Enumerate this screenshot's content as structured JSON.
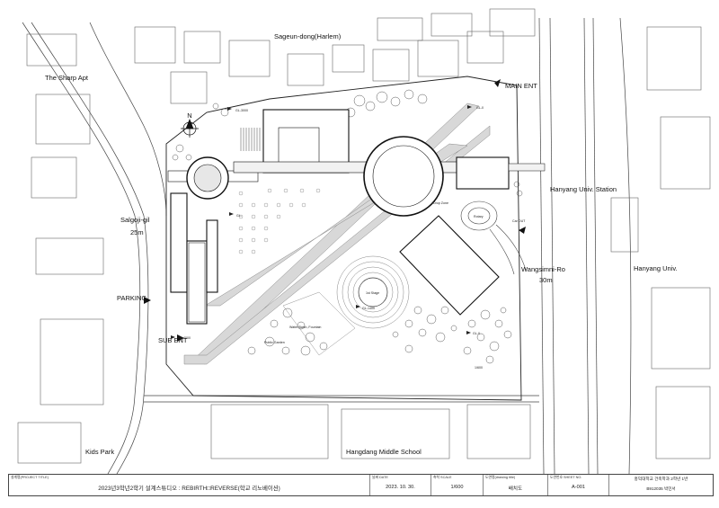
{
  "labels": {
    "harlem": "Sageun-dong(Harlem)",
    "sharp_apt": "The Sharp Apt",
    "salgoji_name": "Salgoji-gil",
    "salgoji_width": "25m",
    "parking": "PARKING",
    "sub_ent": "SUB ENT",
    "main_ent": "MAIN ENT",
    "hanyang_station": "Hanyang Univ. Station",
    "wangsimni_name": "Wangsimni-Ro",
    "wangsimni_width": "30m",
    "hanyang_univ": "Hanyang Univ.",
    "kids_park": "Kids Park",
    "hangdang": "Hangdang Middle School",
    "north": "N",
    "gl_main": "GL-0",
    "gl_top": "GL-3000",
    "gl_left": "GL-",
    "gl_sub": "GL-4000",
    "gl_stage": "GL-1400",
    "gl_right": "GL-0",
    "drop_zone": "Drop Zone",
    "rotary": "Rotary",
    "car_out": "Car OUT",
    "stage": "1st Stage",
    "water_basin": "Water Basin, Fountain",
    "public_garden": "Public Garden",
    "scale_note": "1/600"
  },
  "title_block": {
    "project_cap": "설계명(PROJECT TITLE)",
    "project": "2023년3학년2학기 설계스튜디오 : REBIRTH□REVERSE(학교 리노베이션)",
    "date_cap": "날짜 DATE",
    "date": "2023. 10. 30.",
    "scale_cap": "축척 SCALE",
    "scale": "1/600",
    "drawing_cap": "도면명(drawing title)",
    "drawing": "배치도",
    "number_cap": "도면번호 SHEET NO.",
    "number": "A-001",
    "school": "홍익대학교 건축학과 2학년 1반",
    "student": "B912035 박민서"
  }
}
